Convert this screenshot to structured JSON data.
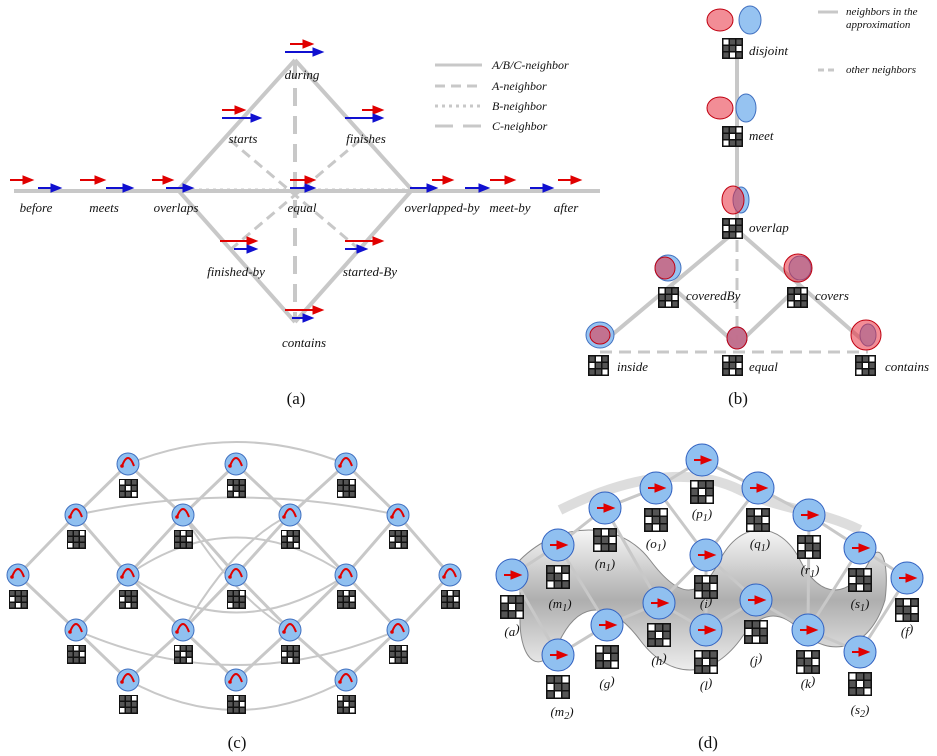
{
  "panel_a": {
    "caption": "(a)",
    "legend": [
      "A/B/C-neighbor",
      "A-neighbor",
      "B-neighbor",
      "C-neighbor"
    ],
    "relations": [
      "before",
      "meets",
      "overlaps",
      "starts",
      "during",
      "finishes",
      "equal",
      "overlapped-by",
      "meet-by",
      "after",
      "finished-by",
      "started-By",
      "contains"
    ]
  },
  "panel_b": {
    "caption": "(b)",
    "legend": [
      "neighbors in the",
      "approximation",
      "other neighbors"
    ],
    "relations": [
      "disjoint",
      "meet",
      "overlap",
      "coveredBy",
      "covers",
      "inside",
      "equal",
      "contains"
    ]
  },
  "panel_c": {
    "caption": "(c)"
  },
  "panel_d": {
    "caption": "(d)",
    "node_letters": [
      "a",
      "m",
      "m",
      "g",
      "n",
      "o",
      "p",
      "q",
      "r",
      "h",
      "i",
      "j",
      "l",
      "k",
      "s",
      "s",
      "f"
    ],
    "node_subscripts": [
      "",
      "1",
      "2",
      "",
      "1",
      "1",
      "1",
      "1",
      "1",
      "",
      "",
      "",
      "",
      "",
      "1",
      "2",
      ""
    ]
  }
}
